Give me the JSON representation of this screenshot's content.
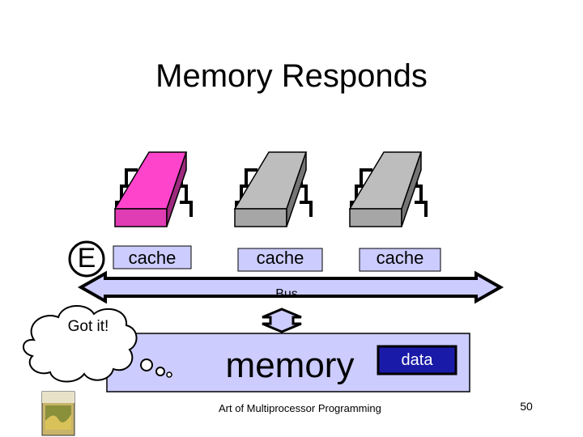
{
  "slide": {
    "title": "Memory Responds",
    "state_letter": "E",
    "bubble_text": "Got it!",
    "memory_label": "memory",
    "data_label": "data",
    "bus_label": "Bus",
    "footer": "Art of Multiprocessor Programming",
    "page_number": "50"
  },
  "processors": [
    {
      "cache_label": "cache",
      "color": "#ff44cc",
      "state": "active"
    },
    {
      "cache_label": "cache",
      "color": "#bdbdbd",
      "state": "idle"
    },
    {
      "cache_label": "cache",
      "color": "#bdbdbd",
      "state": "idle"
    }
  ],
  "colors": {
    "processor_active": "#ff44cc",
    "processor_idle": "#bdbdbd",
    "bus_fill": "#ccccff",
    "memory_fill": "#ccccff",
    "data_fill": "#1a1aa8",
    "bubble_fill": "#ffffff",
    "outline": "#000000"
  },
  "icons": [
    "chip-icon",
    "thought-bubble-icon",
    "book-cover-icon"
  ]
}
